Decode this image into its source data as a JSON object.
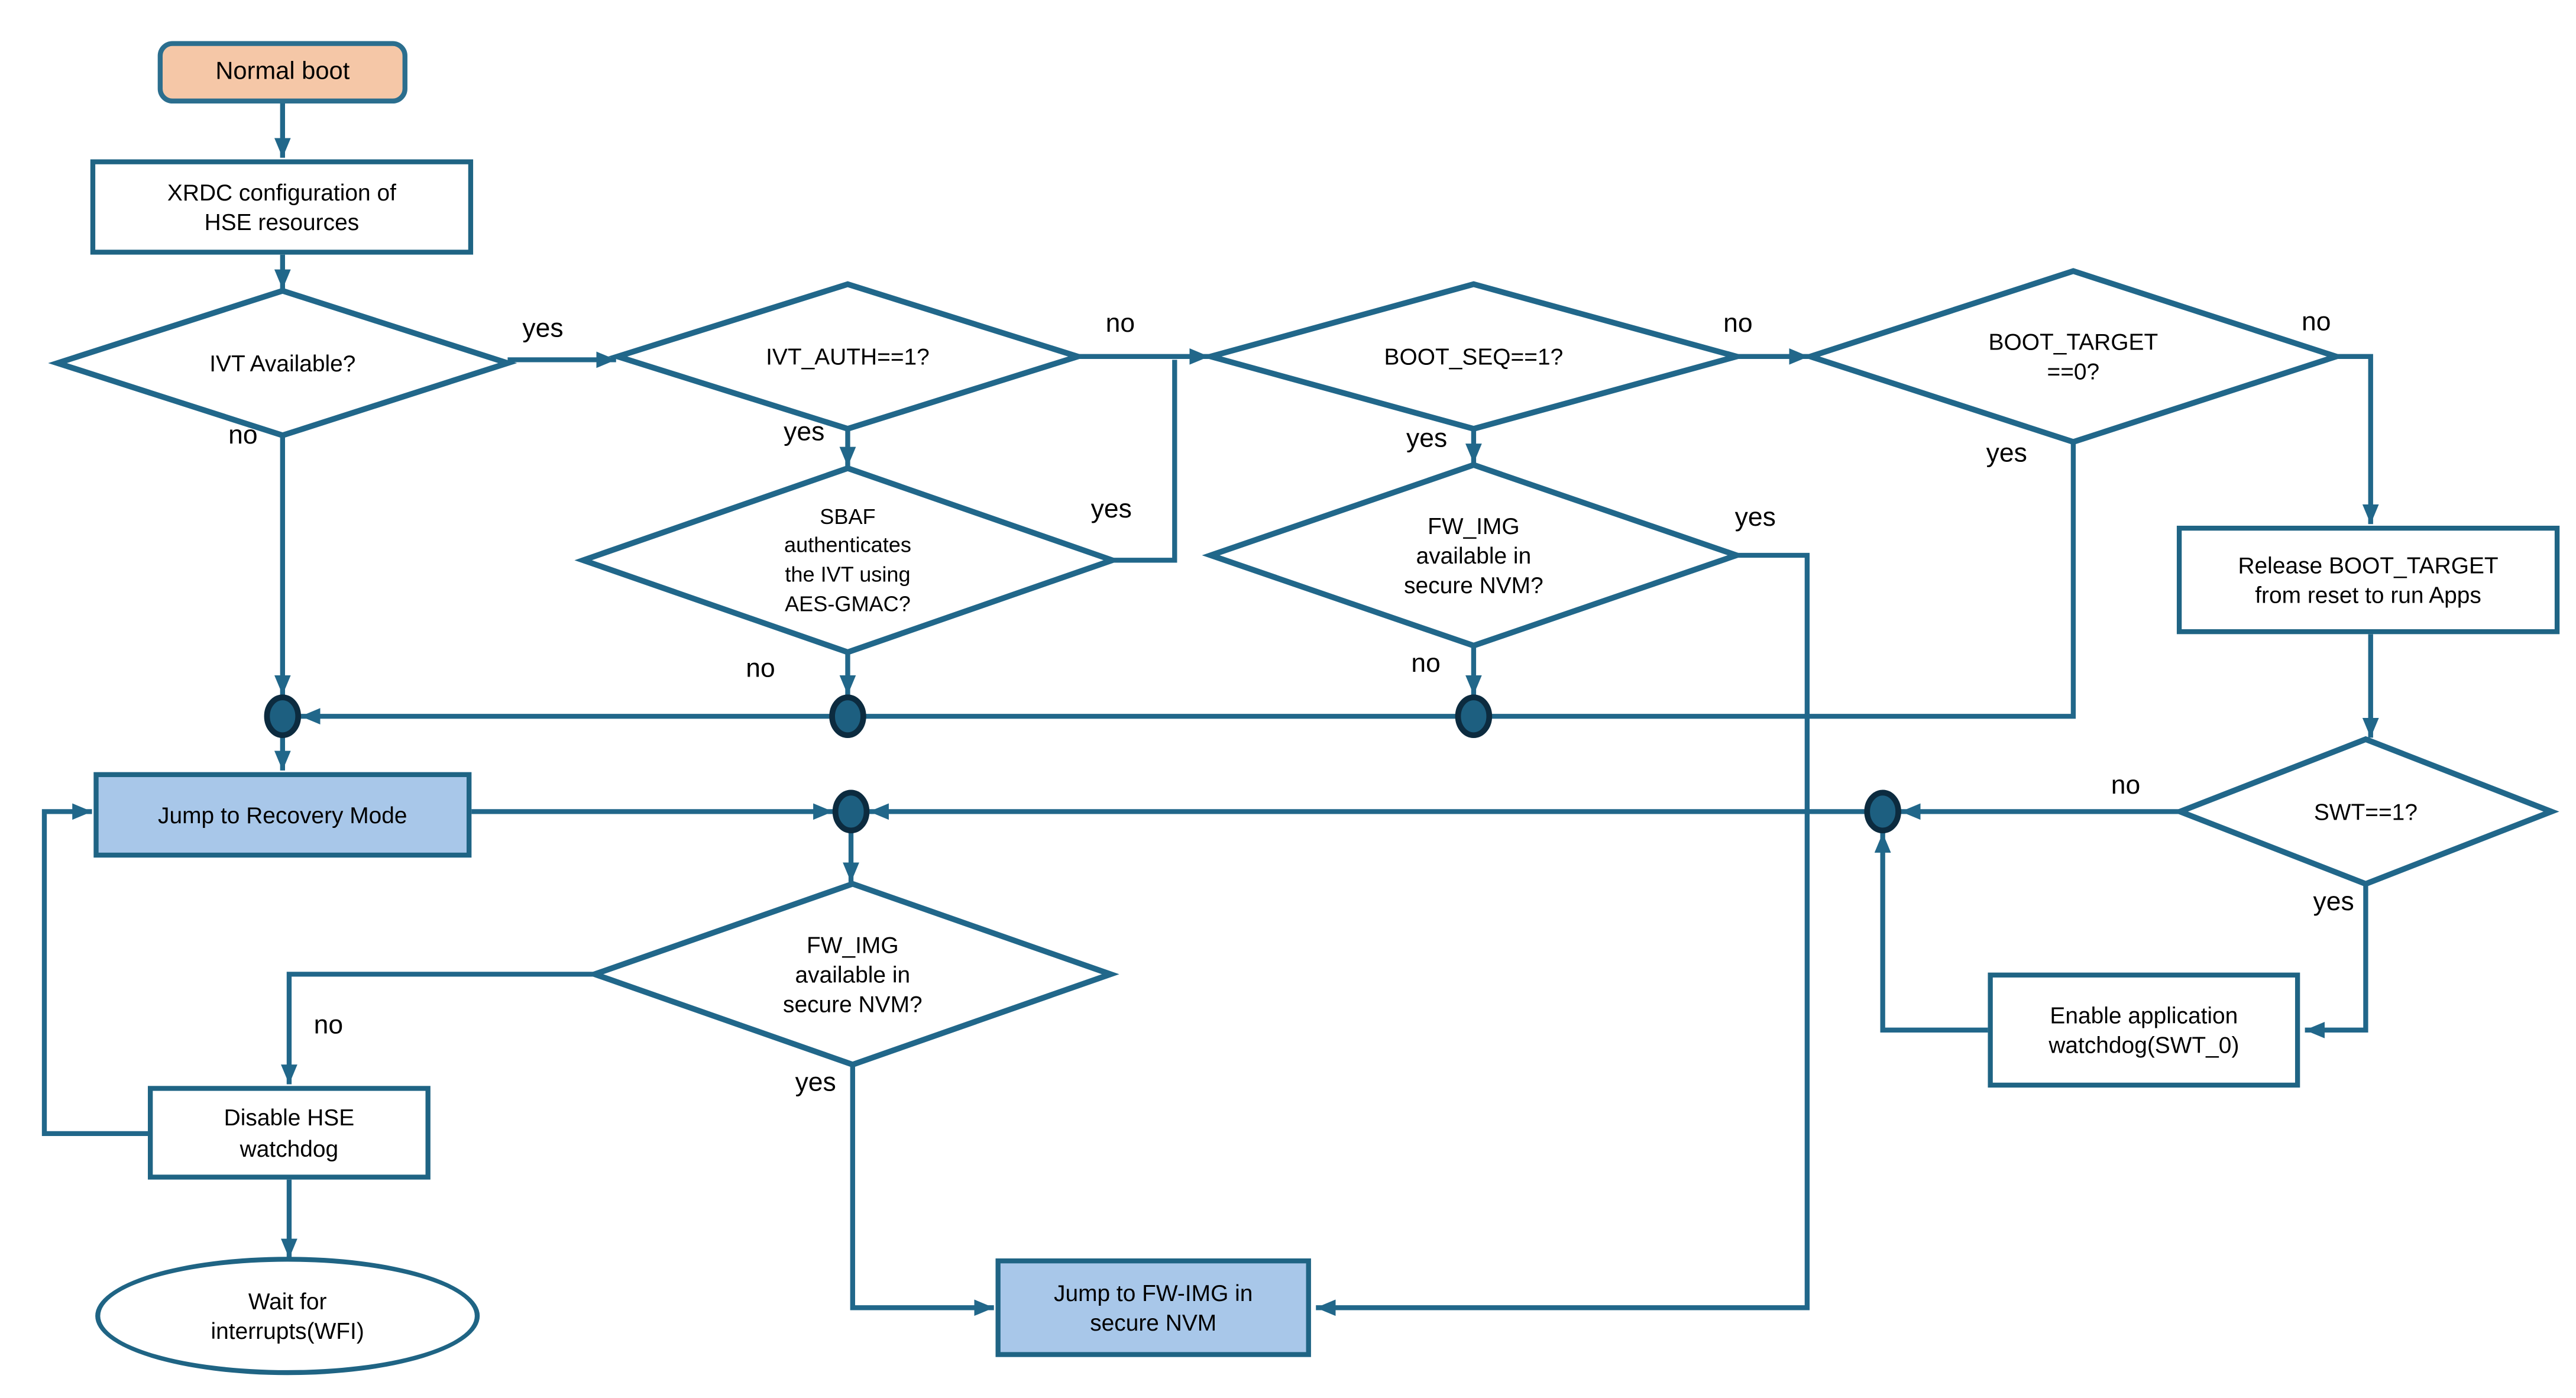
{
  "figure_type": "flowchart",
  "colors": {
    "line": "#21678A",
    "dot_fill": "#1D5F80",
    "dot_ring": "#0C2B3F",
    "start_fill": "#F5C7A7",
    "start_border": "#2B6E8E",
    "action_fill": "#A8C7E9",
    "node_border": "#1F6484",
    "text": "#000000",
    "bg": "#FFFFFF"
  },
  "nodes": {
    "normal_boot": {
      "label": "Normal boot",
      "type": "start"
    },
    "xrdc": {
      "label": "XRDC configuration of\nHSE resources",
      "type": "process"
    },
    "ivt_available": {
      "label": "IVT Available?",
      "type": "decision"
    },
    "ivt_auth": {
      "label": "IVT_AUTH==1?",
      "type": "decision"
    },
    "boot_seq": {
      "label": "BOOT_SEQ==1?",
      "type": "decision"
    },
    "boot_target": {
      "label": "BOOT_TARGET\n==0?",
      "type": "decision"
    },
    "sbaf": {
      "label": "SBAF\nauthenticates\nthe IVT using\nAES-GMAC?",
      "type": "decision"
    },
    "fw_img_top": {
      "label": "FW_IMG\navailable in\nsecure NVM?",
      "type": "decision"
    },
    "release_boot_target": {
      "label": "Release BOOT_TARGET\nfrom reset to run Apps",
      "type": "process"
    },
    "jump_recovery": {
      "label": "Jump to Recovery Mode",
      "type": "action"
    },
    "swt": {
      "label": "SWT==1?",
      "type": "decision"
    },
    "enable_watchdog": {
      "label": "Enable application\nwatchdog(SWT_0)",
      "type": "process"
    },
    "fw_img_bottom": {
      "label": "FW_IMG\navailable in\nsecure NVM?",
      "type": "decision"
    },
    "disable_hse": {
      "label": "Disable HSE\nwatchdog",
      "type": "process"
    },
    "wfi": {
      "label": "Wait for\ninterrupts(WFI)",
      "type": "terminator"
    },
    "jump_fw_img": {
      "label": "Jump to FW-IMG in\nsecure NVM",
      "type": "action"
    }
  },
  "edge_labels": {
    "ivt_available_yes": "yes",
    "ivt_available_no": "no",
    "ivt_auth_yes": "yes",
    "ivt_auth_no": "no",
    "sbaf_yes": "yes",
    "sbaf_no": "no",
    "boot_seq_yes": "yes",
    "boot_seq_no": "no",
    "fw_img_top_yes": "yes",
    "fw_img_top_no": "no",
    "boot_target_yes": "yes",
    "boot_target_no": "no",
    "swt_yes": "yes",
    "swt_no": "no",
    "fw_img_bottom_yes": "yes",
    "fw_img_bottom_no": "no"
  }
}
